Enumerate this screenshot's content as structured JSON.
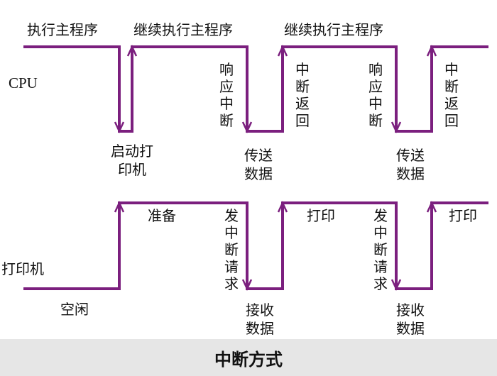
{
  "colors": {
    "waveform": "#7B1F7E",
    "caption_bar": "#e6e6e6",
    "text": "#111111"
  },
  "cpu": {
    "row_label": "CPU",
    "phases": [
      "执行主程序",
      "继续执行主程序",
      "继续执行主程序"
    ],
    "events": {
      "start_printer": "启动打印机",
      "respond_interrupt_1": "响应中断",
      "return_1": "中断返回",
      "send_data_1": "传送数据",
      "respond_interrupt_2": "响应中断",
      "return_2": "中断返回",
      "send_data_2": "传送数据"
    }
  },
  "printer": {
    "row_label": "打印机",
    "states": {
      "idle": "空闲",
      "prepare": "准备",
      "request_1": "发中断请求",
      "receive_1": "接收数据",
      "print_1": "打印",
      "request_2": "发中断请求",
      "receive_2": "接收数据",
      "print_2": "打印"
    }
  },
  "caption": "中断方式"
}
